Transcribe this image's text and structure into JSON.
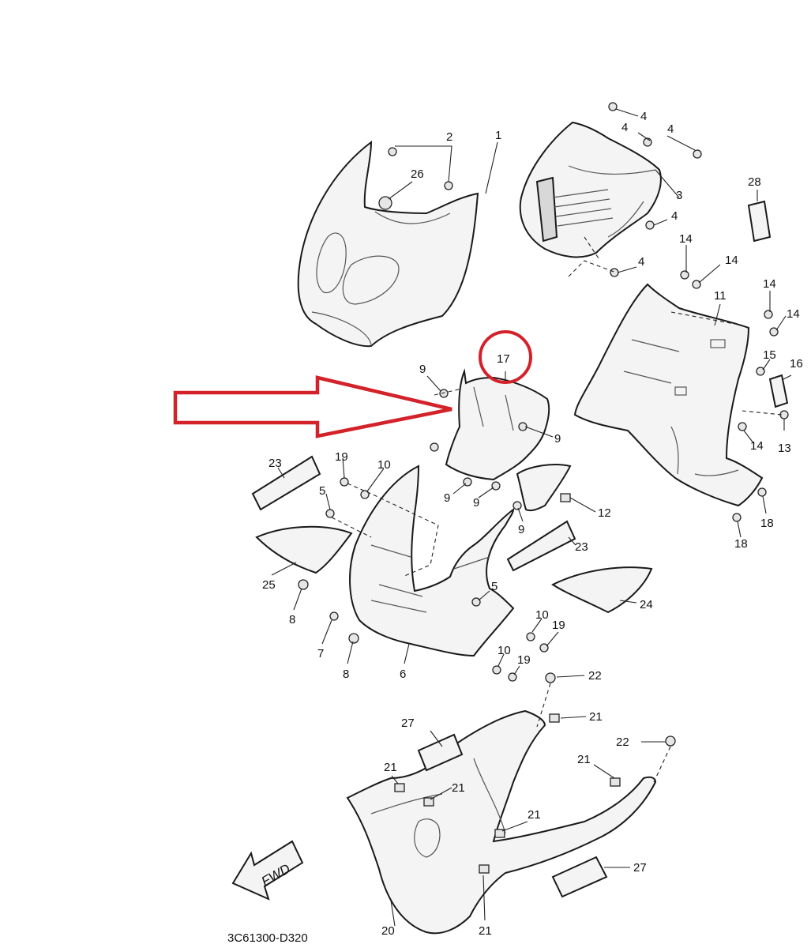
{
  "diagram": {
    "drawing_code": "3C61300-D320",
    "direction_label": "FWD",
    "highlighted_part": "17",
    "highlight_color": "#d3222a",
    "callouts": [
      {
        "id": "c1",
        "text": "1"
      },
      {
        "id": "c2",
        "text": "2"
      },
      {
        "id": "c26",
        "text": "26"
      },
      {
        "id": "c3",
        "text": "3"
      },
      {
        "id": "c4a",
        "text": "4"
      },
      {
        "id": "c4b",
        "text": "4"
      },
      {
        "id": "c4c",
        "text": "4"
      },
      {
        "id": "c4d",
        "text": "4"
      },
      {
        "id": "c4e",
        "text": "4"
      },
      {
        "id": "c28",
        "text": "28"
      },
      {
        "id": "c14a",
        "text": "14"
      },
      {
        "id": "c14b",
        "text": "14"
      },
      {
        "id": "c14c",
        "text": "14"
      },
      {
        "id": "c14d",
        "text": "14"
      },
      {
        "id": "c14e",
        "text": "14"
      },
      {
        "id": "c11",
        "text": "11"
      },
      {
        "id": "c15",
        "text": "15"
      },
      {
        "id": "c16",
        "text": "16"
      },
      {
        "id": "c13",
        "text": "13"
      },
      {
        "id": "c18a",
        "text": "18"
      },
      {
        "id": "c18b",
        "text": "18"
      },
      {
        "id": "c17",
        "text": "17"
      },
      {
        "id": "c9a",
        "text": "9"
      },
      {
        "id": "c9b",
        "text": "9"
      },
      {
        "id": "c9c",
        "text": "9"
      },
      {
        "id": "c9d",
        "text": "9"
      },
      {
        "id": "c9e",
        "text": "9"
      },
      {
        "id": "c12",
        "text": "12"
      },
      {
        "id": "c23a",
        "text": "23"
      },
      {
        "id": "c23b",
        "text": "23"
      },
      {
        "id": "c24",
        "text": "24"
      },
      {
        "id": "c25",
        "text": "25"
      },
      {
        "id": "c19a",
        "text": "19"
      },
      {
        "id": "c19b",
        "text": "19"
      },
      {
        "id": "c19c",
        "text": "19"
      },
      {
        "id": "c10a",
        "text": "10"
      },
      {
        "id": "c10b",
        "text": "10"
      },
      {
        "id": "c10c",
        "text": "10"
      },
      {
        "id": "c5a",
        "text": "5"
      },
      {
        "id": "c5b",
        "text": "5"
      },
      {
        "id": "c8a",
        "text": "8"
      },
      {
        "id": "c8b",
        "text": "8"
      },
      {
        "id": "c7",
        "text": "7"
      },
      {
        "id": "c6",
        "text": "6"
      },
      {
        "id": "c22a",
        "text": "22"
      },
      {
        "id": "c22b",
        "text": "22"
      },
      {
        "id": "c21a",
        "text": "21"
      },
      {
        "id": "c21b",
        "text": "21"
      },
      {
        "id": "c21c",
        "text": "21"
      },
      {
        "id": "c21d",
        "text": "21"
      },
      {
        "id": "c21e",
        "text": "21"
      },
      {
        "id": "c21f",
        "text": "21"
      },
      {
        "id": "c27a",
        "text": "27"
      },
      {
        "id": "c27b",
        "text": "27"
      },
      {
        "id": "c20",
        "text": "20"
      }
    ]
  }
}
